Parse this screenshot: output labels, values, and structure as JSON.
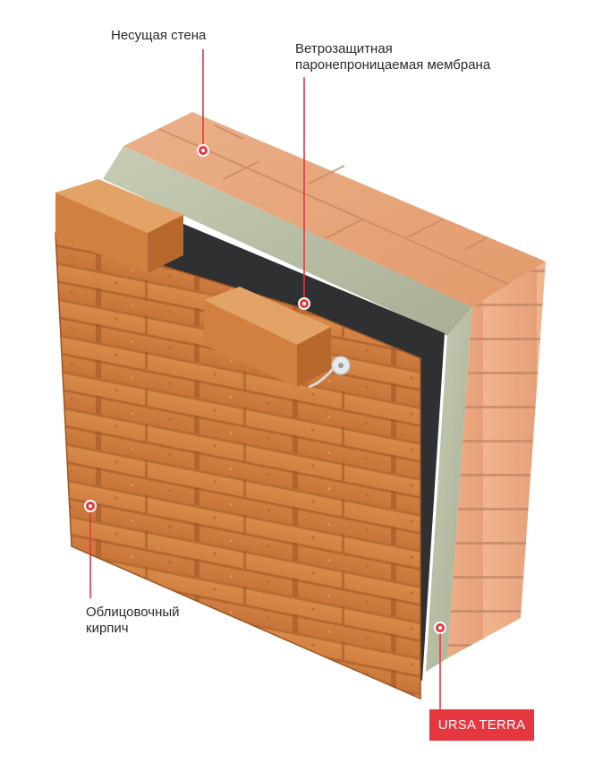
{
  "labels": {
    "load_bearing_wall": "Несущая стена",
    "membrane_line1": "Ветрозащитная",
    "membrane_line2": "паронепроницаемая мембрана",
    "facing_line1": "Облицовочный",
    "facing_line2": "кирпич",
    "product": "URSA TERRA"
  },
  "colors": {
    "accent": "#e5373f",
    "brick_light": "#e8a479",
    "brick_face": "#d8833f",
    "brick_dark": "#b5652a",
    "insulation": "#b9bfa6",
    "membrane": "#2e3032",
    "text": "#2b2b2b"
  },
  "icons": [
    "marker-dot-icon",
    "anchor-dowel-icon"
  ]
}
